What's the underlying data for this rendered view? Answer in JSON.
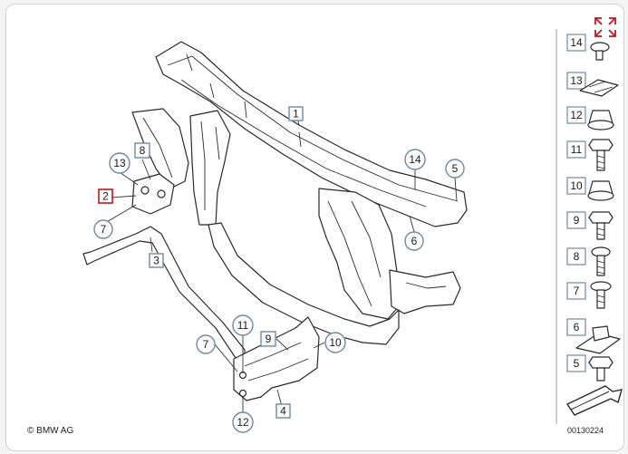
{
  "callouts": [
    {
      "id": "c1",
      "label": "1",
      "shape": "square"
    },
    {
      "id": "c2",
      "label": "2",
      "shape": "square",
      "selected": true
    },
    {
      "id": "c3",
      "label": "3",
      "shape": "square"
    },
    {
      "id": "c4",
      "label": "4",
      "shape": "square"
    },
    {
      "id": "c5",
      "label": "5",
      "shape": "circle"
    },
    {
      "id": "c6",
      "label": "6",
      "shape": "circle"
    },
    {
      "id": "c7a",
      "label": "7",
      "shape": "circle"
    },
    {
      "id": "c7b",
      "label": "7",
      "shape": "circle"
    },
    {
      "id": "c8",
      "label": "8",
      "shape": "square"
    },
    {
      "id": "c9",
      "label": "9",
      "shape": "square"
    },
    {
      "id": "c10",
      "label": "10",
      "shape": "circle"
    },
    {
      "id": "c11",
      "label": "11",
      "shape": "circle"
    },
    {
      "id": "c12",
      "label": "12",
      "shape": "circle"
    },
    {
      "id": "c13",
      "label": "13",
      "shape": "circle"
    },
    {
      "id": "c14",
      "label": "14",
      "shape": "circle"
    }
  ],
  "sidebar": {
    "items": [
      {
        "label": "14",
        "icon": "flat-head-screw-icon"
      },
      {
        "label": "13",
        "icon": "spring-clip-icon"
      },
      {
        "label": "12",
        "icon": "collar-nut-icon"
      },
      {
        "label": "11",
        "icon": "hex-bolt-icon"
      },
      {
        "label": "10",
        "icon": "collar-nut-icon"
      },
      {
        "label": "9",
        "icon": "hex-bolt-icon"
      },
      {
        "label": "8",
        "icon": "torx-bolt-icon"
      },
      {
        "label": "7",
        "icon": "torx-bolt-icon"
      },
      {
        "label": "6",
        "icon": "clip-nut-icon"
      },
      {
        "label": "5",
        "icon": "hex-bolt-icon"
      }
    ]
  },
  "footer": {
    "copyright": "© BMW AG",
    "diagram_number": "00130224"
  },
  "colors": {
    "callout_border": "#6d8aa5",
    "selected_border": "#c4161c",
    "expand_icon": "#c4161c"
  }
}
